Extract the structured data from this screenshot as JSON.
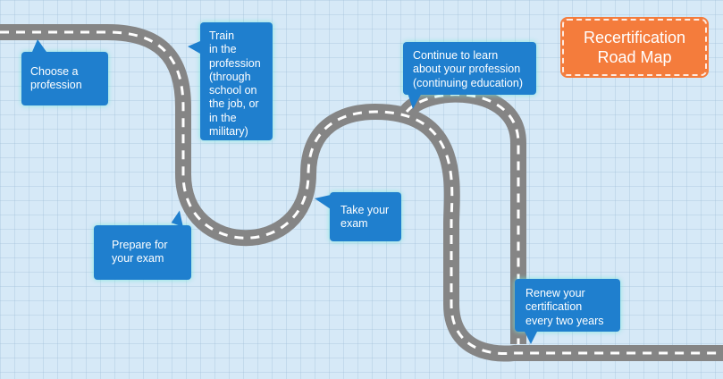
{
  "title": {
    "line1": "Recertification",
    "line2": "Road Map"
  },
  "steps": [
    {
      "id": "choose",
      "lines": [
        "Choose a",
        "profession"
      ]
    },
    {
      "id": "train",
      "lines": [
        "Train",
        "in the",
        "profession",
        "(through",
        "school on",
        "the job, or",
        "in the",
        "military)"
      ]
    },
    {
      "id": "prepare",
      "lines": [
        "Prepare for",
        "your exam"
      ]
    },
    {
      "id": "take",
      "lines": [
        "Take your",
        "exam"
      ]
    },
    {
      "id": "continue",
      "lines": [
        "Continue to learn",
        "about your profession",
        "(continuing education)"
      ]
    },
    {
      "id": "renew",
      "lines": [
        "Renew your",
        "certification",
        "every two years"
      ]
    }
  ],
  "colors": {
    "background": "#d6e9f7",
    "road": "#858585",
    "road_dash": "#ffffff",
    "bubble": "#1f7fce",
    "bubble_glow": "#78e6dc",
    "title_box": "#f47c3c"
  }
}
